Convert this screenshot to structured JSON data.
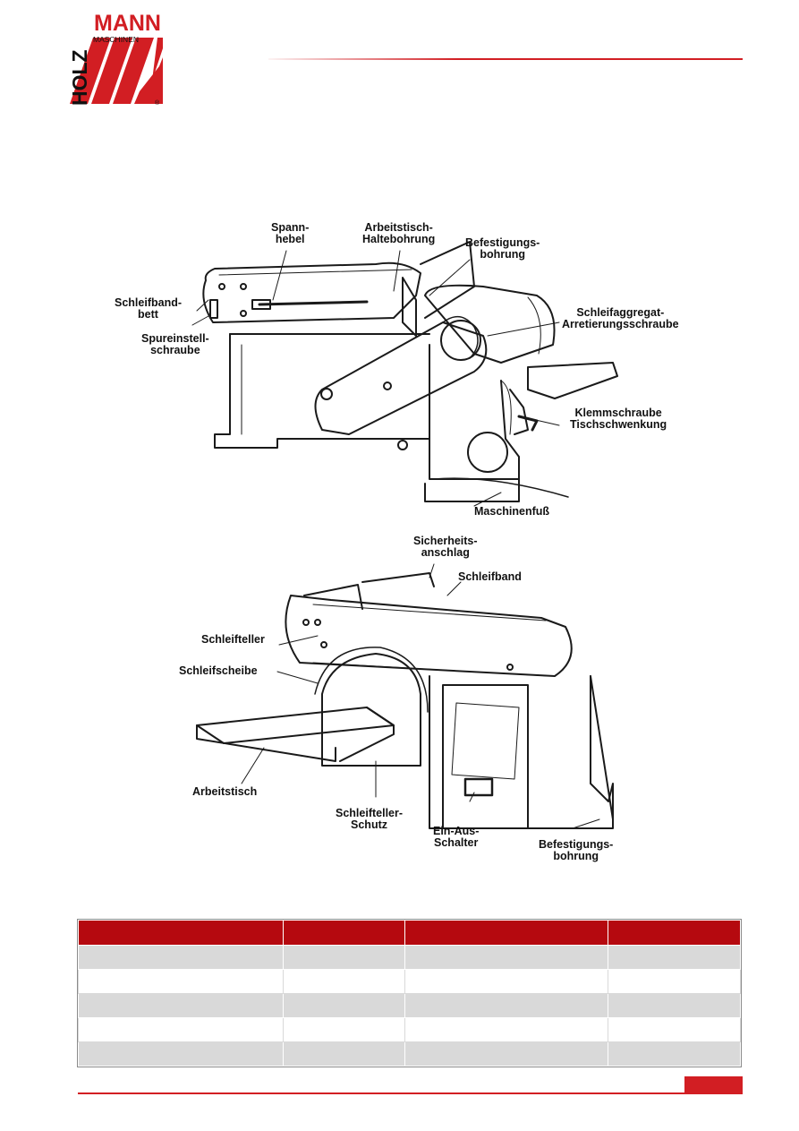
{
  "brand": {
    "word_top": "MANN",
    "word_side": "HOLZ",
    "word_sub": "MASCHINEN",
    "registered": "®",
    "accent_color": "#d21e23"
  },
  "figure_top": {
    "labels": {
      "spannhebel": "Spann-\nhebel",
      "arbeitstisch_haltebohrung": "Arbeitstisch-\nHaltebohrung",
      "befestigungsbohrung": "Befestigungs-\nbohrung",
      "schleifbandbett": "Schleifband-\nbett",
      "spureinstellschraube": "Spureinstell-\nschraube",
      "schleifaggregat": "Schleifaggregat-\nArretierungsschraube",
      "klemmschraube": "Klemmschraube\nTischschwenkung",
      "maschinenfuss": "Maschinenfuß"
    }
  },
  "figure_bottom": {
    "labels": {
      "sicherheitsanschlag": "Sicherheits-\nanschlag",
      "schleifband": "Schleifband",
      "schleifteller": "Schleifteller",
      "schleifscheibe": "Schleifscheibe",
      "arbeitstisch": "Arbeitstisch",
      "schleifteller_schutz": "Schleifteller-\nSchutz",
      "ein_aus_schalter": "Ein-Aus-\nSchalter",
      "befestigungsbohrung": "Befestigungs-\nbohrung"
    }
  },
  "table": {
    "header_color": "#b5090f",
    "row_shade_color": "#d9d9d9"
  }
}
